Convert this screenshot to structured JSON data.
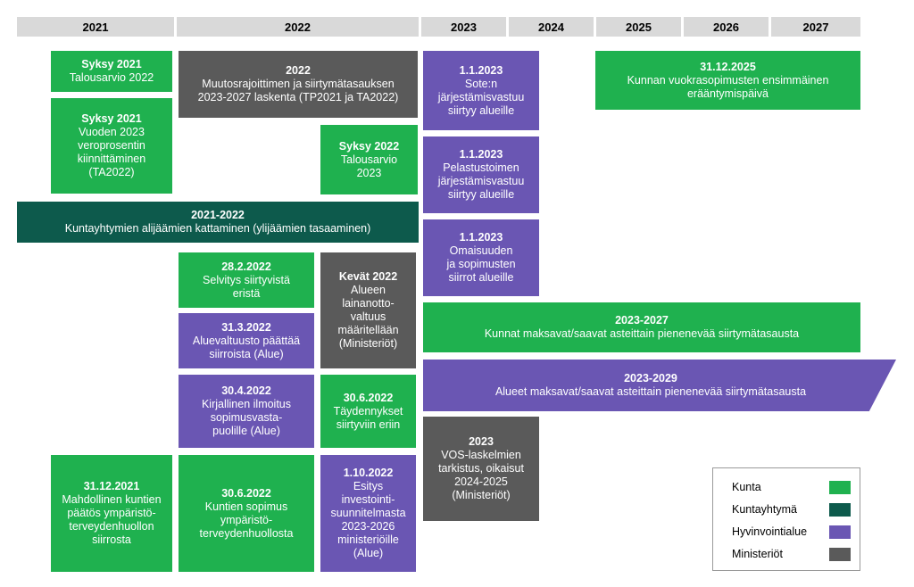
{
  "colors": {
    "kunta": "#1fb14f",
    "kuntayhtyma": "#0d5a4c",
    "hyvinvointialue": "#6a56b3",
    "ministeriot": "#5a5a5a",
    "year_bar": "#d9d9d9"
  },
  "years": [
    "2021",
    "2022",
    "2023",
    "2024",
    "2025",
    "2026",
    "2027"
  ],
  "items": [
    {
      "category": "kunta",
      "title": "Syksy 2021",
      "body": "Talousarvio 2022"
    },
    {
      "category": "kunta",
      "title": "Syksy 2021",
      "body": "Vuoden 2023\nveroprosentin\nkiinnittäminen\n(TA2022)"
    },
    {
      "category": "ministeriot",
      "title": "2022",
      "body": "Muutosrajoittimen ja siirtymätasauksen\n2023-2027 laskenta (TP2021 ja TA2022)"
    },
    {
      "category": "kunta",
      "title": "Syksy 2022",
      "body": "Talousarvio\n2023"
    },
    {
      "category": "hyvinvointialue",
      "title": "1.1.2023",
      "body": "Sote:n\njärjestämisvastuu\nsiirtyy alueille"
    },
    {
      "category": "hyvinvointialue",
      "title": "1.1.2023",
      "body": "Pelastustoimen\njärjestämisvastuu\nsiirtyy alueille"
    },
    {
      "category": "hyvinvointialue",
      "title": "1.1.2023",
      "body": "Omaisuuden\nja sopimusten\nsiirrot alueille"
    },
    {
      "category": "kunta",
      "title": "31.12.2025",
      "body": "Kunnan vuokrasopimusten ensimmäinen\nerääntymispäivä"
    },
    {
      "category": "kuntayhtyma",
      "title": "2021-2022",
      "body": "Kuntayhtymien alijäämien kattaminen (ylijäämien tasaaminen)"
    },
    {
      "category": "kunta",
      "title": "28.2.2022",
      "body": "Selvitys siirtyvistä\neristä"
    },
    {
      "category": "ministeriot",
      "title": "Kevät 2022",
      "body": "Alueen\nlainanotto-\nvaltuus\nmääritellään\n(Ministeriöt)"
    },
    {
      "category": "hyvinvointialue",
      "title": "31.3.2022",
      "body": "Aluevaltuusto päättää\nsiirroista (Alue)"
    },
    {
      "category": "kunta",
      "title": "2023-2027",
      "body": "Kunnat maksavat/saavat asteittain pienenevää siirtymätasausta"
    },
    {
      "category": "hyvinvointialue",
      "title": "2023-2029",
      "body": "Alueet maksavat/saavat asteittain pienenevää siirtymätasausta"
    },
    {
      "category": "hyvinvointialue",
      "title": "30.4.2022",
      "body": "Kirjallinen ilmoitus\nsopimusvasta-\npuolille (Alue)"
    },
    {
      "category": "kunta",
      "title": "30.6.2022",
      "body": "Täydennykset\nsiirtyviin eriin"
    },
    {
      "category": "ministeriot",
      "title": "2023",
      "body": "VOS-laskelmien\ntarkistus, oikaisut\n2024-2025\n(Ministeriöt)"
    },
    {
      "category": "kunta",
      "title": "31.12.2021",
      "body": "Mahdollinen kuntien\npäätös ympäristö-\nterveydenhuollon\nsiirrosta"
    },
    {
      "category": "kunta",
      "title": "30.6.2022",
      "body": "Kuntien sopimus\nympäristö-\nterveydenhuollosta"
    },
    {
      "category": "hyvinvointialue",
      "title": "1.10.2022",
      "body": "Esitys\ninvestointi-\nsuunnitelmasta\n2023-2026\nministeriöille\n(Alue)"
    }
  ],
  "legend": [
    {
      "label": "Kunta",
      "category": "kunta"
    },
    {
      "label": "Kuntayhtymä",
      "category": "kuntayhtyma"
    },
    {
      "label": "Hyvinvointialue",
      "category": "hyvinvointialue"
    },
    {
      "label": "Ministeriöt",
      "category": "ministeriot"
    }
  ]
}
